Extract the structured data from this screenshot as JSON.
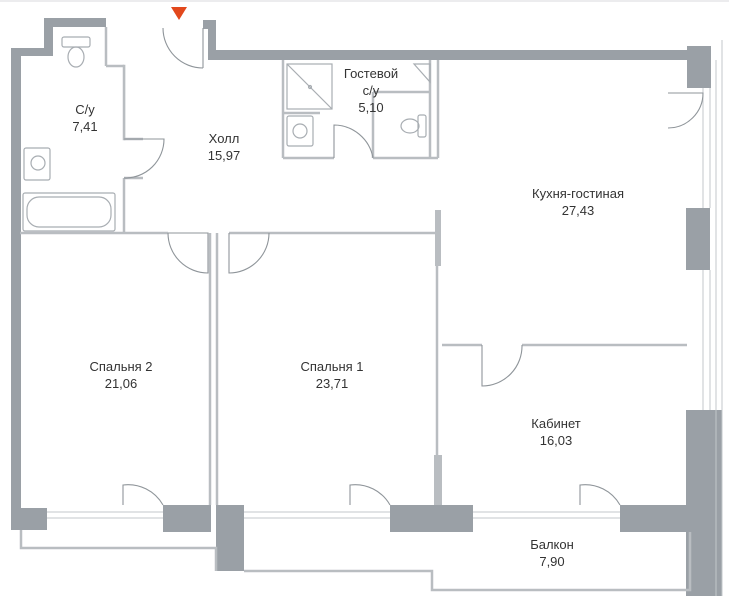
{
  "plan": {
    "entrance_marker_color": "#e2481c",
    "wall_color": "#9aa0a6",
    "rooms": [
      {
        "id": "bathroom",
        "name": "С/у",
        "area": "7,41"
      },
      {
        "id": "hall",
        "name": "Холл",
        "area": "15,97"
      },
      {
        "id": "guest-wc",
        "name": "Гостевой с/у",
        "name_line1": "Гостевой",
        "name_line2": "с/у",
        "area": "5,10"
      },
      {
        "id": "kitchen-living",
        "name": "Кухня-гостиная",
        "area": "27,43"
      },
      {
        "id": "bedroom-2",
        "name": "Спальня 2",
        "area": "21,06"
      },
      {
        "id": "bedroom-1",
        "name": "Спальня 1",
        "area": "23,71"
      },
      {
        "id": "study",
        "name": "Кабинет",
        "area": "16,03"
      },
      {
        "id": "balcony",
        "name": "Балкон",
        "area": "7,90"
      }
    ]
  }
}
